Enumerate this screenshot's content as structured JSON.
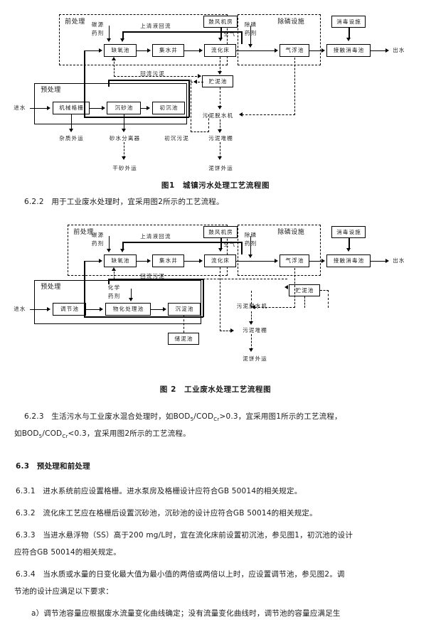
{
  "figure1": {
    "caption": "图1　城镇污水处理工艺流程图",
    "zones": {
      "pre": "前处理",
      "pretreat": "预处理",
      "dephos": "除磷设施"
    },
    "boxes": {
      "anoxic": "缺氧池",
      "collect_well": "集水井",
      "fluidized_bed": "流化床",
      "blower_room": "鼓风机房",
      "flotation": "气浮池",
      "disinfect_facility": "消毒设施",
      "contact_tank": "接触消毒池",
      "screen": "机械格栅",
      "grit": "沉砂池",
      "primary": "初沉池",
      "sludge_tank": "贮泥池"
    },
    "labels": {
      "carbon_source": "碳源",
      "chemical": "药剂",
      "supernatant_return": "上清液回流",
      "air": "空气",
      "dephos_agent1": "除磷",
      "dephos_agent2": "药剂",
      "effluent": "出水",
      "return_sludge": "回流污泥",
      "influent": "进水",
      "debris_out": "杂质外运",
      "grit_separator": "砂水分离器",
      "dry_sand_out": "干砂外运",
      "primary_sludge": "初沉污泥",
      "dewater_machine": "污泥脱水机",
      "sludge_shed": "污泥堆棚",
      "cake_out": "泥饼外运"
    }
  },
  "figure2": {
    "caption": "图 2　工业废水处理工艺流程图",
    "zones": {
      "pre": "前处理",
      "pretreat": "预处理",
      "dephos": "除磷设施"
    },
    "boxes": {
      "anoxic": "缺氧池",
      "collect_well": "集水井",
      "fluidized_bed": "流化床",
      "blower_room": "鼓风机房",
      "flotation": "气浮池",
      "disinfect_facility": "消毒设施",
      "contact_tank": "接触消毒池",
      "equalization": "调节池",
      "physchem": "物化处理池",
      "sedimentation": "沉淀池",
      "sludge_tank": "贮泥池",
      "sludge_store": "储泥池"
    },
    "labels": {
      "carbon_source": "碳源",
      "chemical": "药剂",
      "supernatant_return": "上清液回流",
      "air": "空气",
      "dephos_agent1": "除磷",
      "dephos_agent2": "药剂",
      "effluent": "出水",
      "return_sludge": "回流污泥",
      "influent": "进水",
      "chem_agent1": "化学",
      "chem_agent2": "药剂",
      "dewater_machine": "污泥脱水机",
      "sludge_shed": "污泥堆棚",
      "cake_out": "泥饼外运"
    }
  },
  "body": {
    "p622": "6.2.2　用于工业废水处理时，宜采用图2所示的工艺流程。",
    "p623_num": "6.2.3",
    "p623_line1_a": "　生活污水与工业废水混合处理时，如BOD",
    "p623_line1_sub1": "5",
    "p623_line1_b": "/COD",
    "p623_line1_sub2": "Cr",
    "p623_line1_c": ">0.3，宜采用图1所示的工艺流程，",
    "p623_line2_a": "如BOD",
    "p623_line2_sub1": "5",
    "p623_line2_b": "/COD",
    "p623_line2_sub2": "Cr",
    "p623_line2_c": "<0.3，宜采用图2所示的工艺流程。",
    "h63": "6.3　预处理和前处理",
    "p631": "6.3.1　进水系统前应设置格栅。进水泵房及格栅设计应符合GB 50014的相关规定。",
    "p632": "6.3.2　流化床工艺应在格栅后设置沉砂池，沉砂池的设计应符合GB 50014的相关规定。",
    "p633_l1": "6.3.3　当进水悬浮物（SS）高于200 mg/L时，宜在流化床前设置初沉池，参见图1，初沉池的设计",
    "p633_l2": "应符合GB 50014的相关规定。",
    "p634_l1": "6.3.4　当水质或水量的日变化最大值为最小值的两倍或两倍以上时，应设置调节池，参见图2。调",
    "p634_l2": "节池的设计应满足以下要求：",
    "p634_a": "a）调节池容量应根据废水流量变化曲线确定；没有流量变化曲线时，调节池的容量应满足生"
  }
}
